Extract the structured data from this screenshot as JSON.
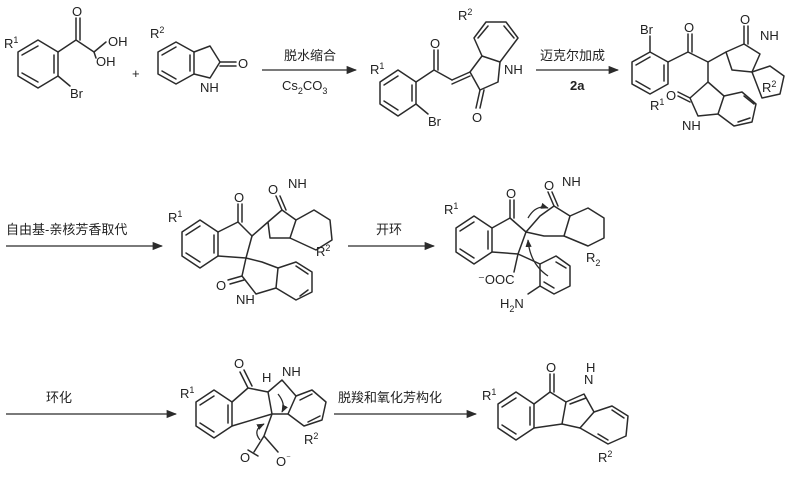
{
  "steps": [
    {
      "condition": "脱水缩合",
      "reagent": "Cs",
      "reagent_sub": "2",
      "reagent_tail": "CO",
      "reagent_sub2": "3"
    },
    {
      "condition": "迈克尔加成",
      "reagent": "2a"
    },
    {
      "condition": "自由基-亲核芳香取代"
    },
    {
      "condition": "开环"
    },
    {
      "condition": "环化"
    },
    {
      "condition": "脱羧和氧化芳构化"
    }
  ],
  "labels": {
    "r1": "R",
    "r2": "R",
    "sup1": "1",
    "sup2": "2",
    "br": "Br",
    "oh": "OH",
    "o": "O",
    "nh": "NH",
    "n": "N",
    "h": "H",
    "h2n": "H",
    "h2n_sub": "2",
    "h2n_tail": "N",
    "plus": "+",
    "coo": "⁻OOC",
    "o_minus": "O",
    "minus": "⁻"
  }
}
